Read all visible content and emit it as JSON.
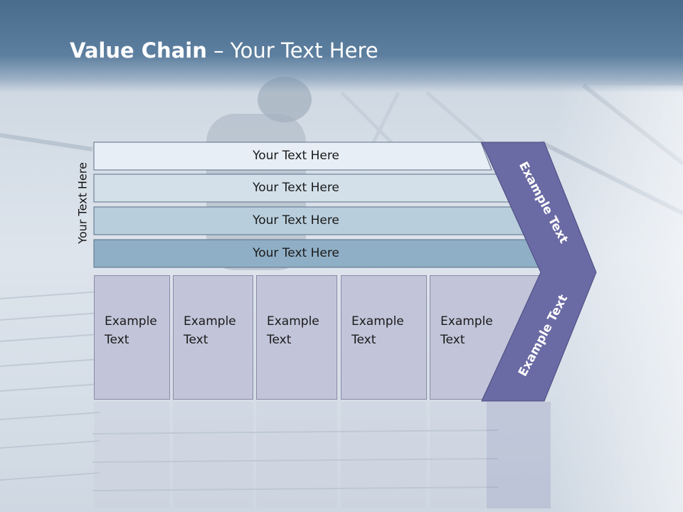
{
  "slide": {
    "title_bold": "Value Chain",
    "title_rest": " – Your Text Here"
  },
  "side_label": "Your Text Here",
  "rows": [
    {
      "label": "Your Text Here",
      "color": "#e8eef6"
    },
    {
      "label": "Your Text Here",
      "color": "#d3e0ea"
    },
    {
      "label": "Your Text Here",
      "color": "#b8cedc"
    },
    {
      "label": "Your Text Here",
      "color": "#8fafc6"
    }
  ],
  "columns": [
    {
      "line1": "Example",
      "line2": "Text"
    },
    {
      "line1": "Example",
      "line2": "Text"
    },
    {
      "line1": "Example",
      "line2": "Text"
    },
    {
      "line1": "Example",
      "line2": "Text"
    },
    {
      "line1": "Example",
      "line2": "Text"
    }
  ],
  "chevron": {
    "top_text": "Example Text",
    "bottom_text": "Example Text",
    "color": "#6a6aa4"
  },
  "colors": {
    "column_fill": "#c2c4d9",
    "column_stroke": "#8a8aa8"
  }
}
